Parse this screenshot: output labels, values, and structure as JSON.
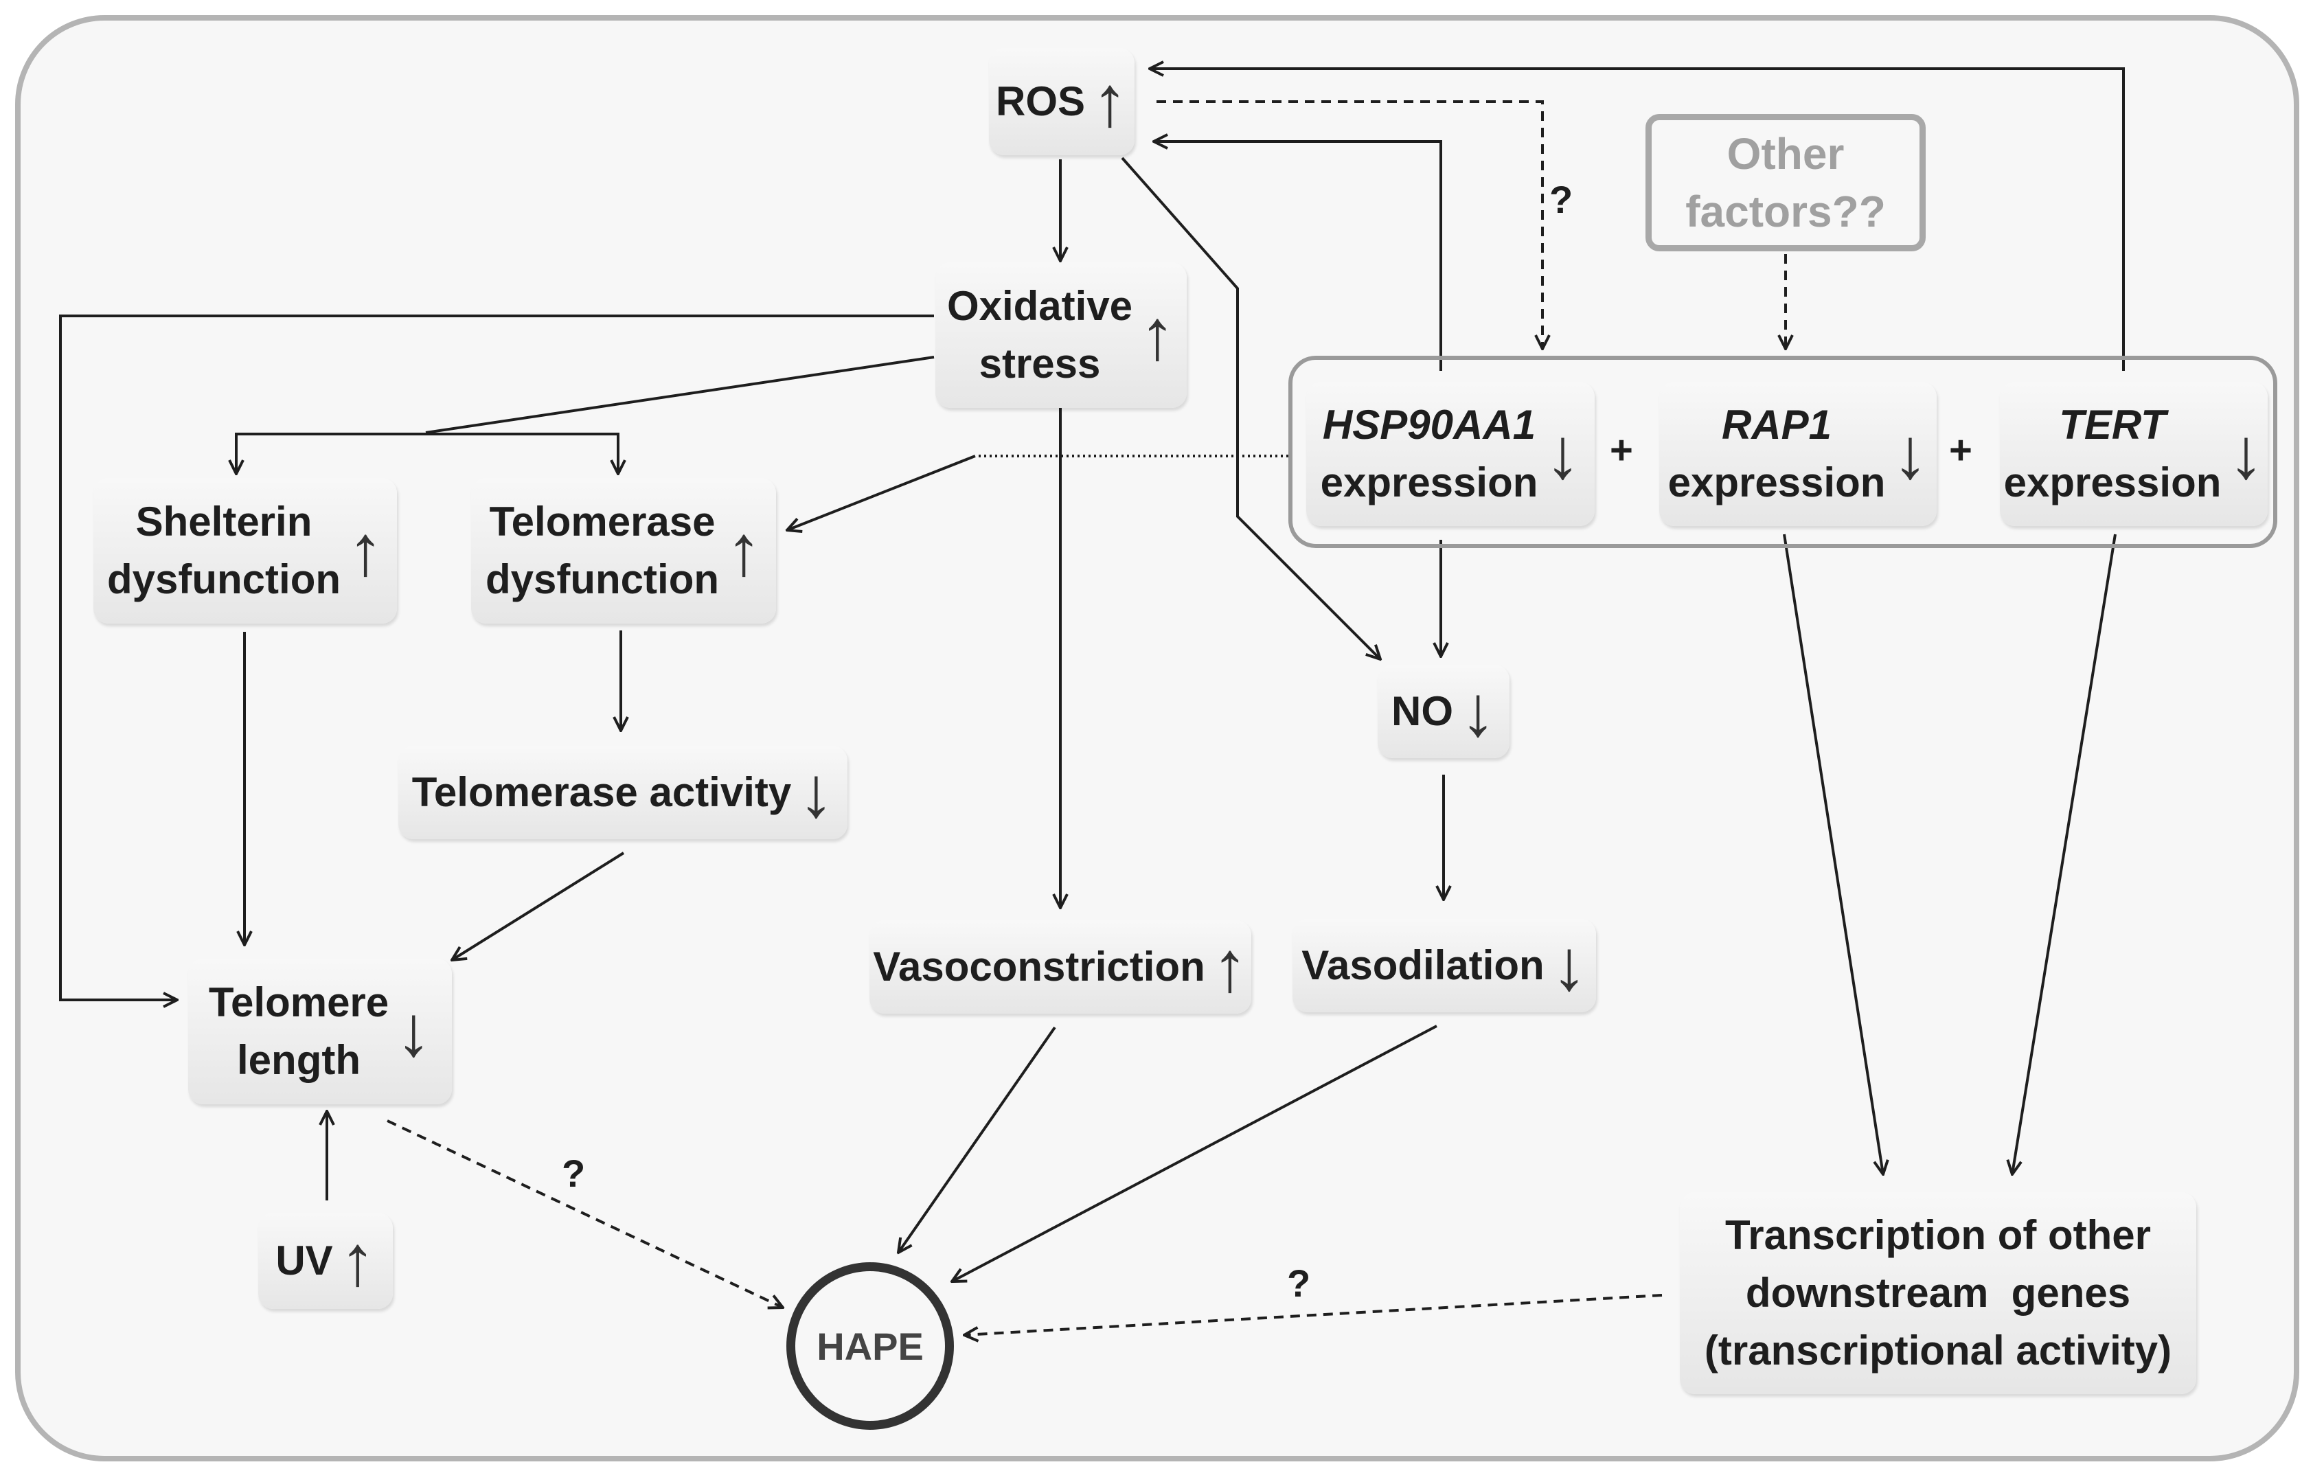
{
  "nodes": {
    "ros": {
      "label": "ROS",
      "arrow": "↑"
    },
    "oxidative_stress": {
      "label": "Oxidative\nstress",
      "arrow": "↑"
    },
    "other_factors": {
      "label": "Other\nfactors??"
    },
    "hsp90aa1": {
      "gene": "HSP90AA1",
      "suffix": "expression",
      "arrow": "↓"
    },
    "rap1": {
      "gene": "RAP1",
      "suffix": "expression",
      "arrow": "↓"
    },
    "tert": {
      "gene": "TERT",
      "suffix": "expression",
      "arrow": "↓"
    },
    "shelterin": {
      "label": "Shelterin\ndysfunction",
      "arrow": "↑"
    },
    "telomerase_dysfunction": {
      "label": "Telomerase\ndysfunction",
      "arrow": "↑"
    },
    "telomerase_activity": {
      "label": "Telomerase activity",
      "arrow": "↓"
    },
    "no": {
      "label": "NO",
      "arrow": "↓"
    },
    "vasoconstriction": {
      "label": "Vasoconstriction",
      "arrow": "↑"
    },
    "vasodilation": {
      "label": "Vasodilation",
      "arrow": "↓"
    },
    "telomere_length": {
      "label": "Telomere\nlength",
      "arrow": "↓"
    },
    "uv": {
      "label": "UV",
      "arrow": "↑"
    },
    "transcription": {
      "label": "Transcription of other\ndownstream  genes\n(transcriptional activity)"
    },
    "hape": {
      "label": "HAPE"
    }
  },
  "operators": {
    "plus": "+"
  },
  "uncertainty_mark": "?",
  "colors": {
    "background": "#f7f7f7",
    "frame_border": "#b4b4b4",
    "box_fill": "#ececec",
    "line": "#1e1e1e",
    "other_factors": "#a0a0a0"
  }
}
